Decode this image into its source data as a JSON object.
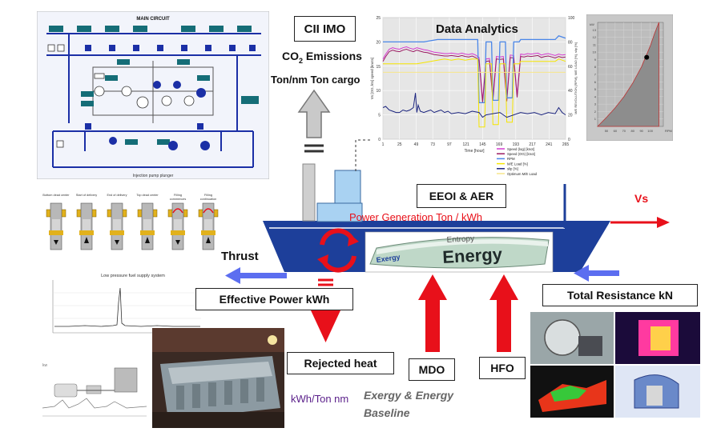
{
  "labels": {
    "cii_imo": "CII IMO",
    "co2_prefix": "CO",
    "co2_sub": "2",
    "co2_suffix": " Emissions",
    "ton_nm": "Ton/nm Ton cargo",
    "data_analytics": "Data Analytics",
    "eeoi_aer": "EEOI & AER",
    "vs": "Vs",
    "power_generation": "Power Generation Ton / kWh",
    "thrust": "Thrust",
    "effective_power": "Effective Power kWh",
    "total_resistance": "Total Resistance kN",
    "rejected_heat": "Rejected heat",
    "mdo": "MDO",
    "hfo": "HFO",
    "kwh_ton_nm": "kWh/Ton nm",
    "exergy_baseline_1": "Exergy & Energy",
    "exergy_baseline_2": "Baseline",
    "energy": "Energy",
    "entropy": "Entropy",
    "exergy": "Exergy"
  },
  "main_circuit": {
    "title": "MAIN CIRCUIT",
    "caption": "Injection pump plunger"
  },
  "plunger": {
    "captions": [
      "Bottom dead center",
      "Start of delivery",
      "End of delivery",
      "Top dead center",
      "Filling\ncommences",
      "Filling\ncontinuation"
    ]
  },
  "fuel_plot": {
    "title": "Low pressure fuel supply system"
  },
  "colors": {
    "ship_blue": "#1d3f9a",
    "arrow_red": "#e8101a",
    "arrow_blue": "#5c6ef0",
    "text_red": "#e8101a",
    "text_purple": "#5a1f8a",
    "text_gray": "#666666"
  },
  "chart_data": [
    {
      "type": "line",
      "title": "",
      "xlabel": "Time [hour]",
      "ylabel": "Vs [OG, kts] speed [knots]",
      "y2label": "M/E REVOLUTION [RPM], M/E LOAD [%], slip [%]",
      "x_ticks": [
        1,
        25,
        49,
        73,
        97,
        121,
        145,
        169,
        193,
        217,
        241,
        265
      ],
      "ylim": [
        0,
        25
      ],
      "y2lim": [
        0,
        100
      ],
      "y_ticks": [
        0,
        5,
        10,
        15,
        20,
        25
      ],
      "y2_ticks": [
        0,
        20,
        40,
        60,
        80,
        100
      ],
      "grid": true,
      "legend_position": "right",
      "series": [
        {
          "name": "Speed (log) [knot]",
          "color": "#d43ad0",
          "axis": "left",
          "x": [
            1,
            5,
            10,
            15,
            20,
            25,
            30,
            35,
            40,
            45,
            50,
            55,
            60,
            65,
            70,
            75,
            80,
            85,
            90,
            95,
            100,
            105,
            110,
            115,
            120,
            125,
            130,
            135,
            140,
            145,
            150,
            155,
            160,
            165,
            170,
            175,
            180,
            185,
            190,
            195,
            200,
            205,
            210,
            215,
            220,
            225,
            230,
            235,
            240,
            245,
            250,
            255,
            260,
            265
          ],
          "y": [
            16.5,
            17.5,
            18.5,
            18.8,
            18.6,
            18.5,
            18.8,
            19.0,
            18.7,
            18.5,
            18.8,
            18.6,
            18.4,
            18.3,
            18.1,
            17.9,
            17.8,
            17.7,
            17.6,
            17.6,
            17.7,
            17.6,
            17.5,
            17.7,
            17.5,
            17.4,
            17.6,
            17.3,
            16.8,
            8.0,
            16.5,
            16.6,
            8.5,
            17.0,
            16.9,
            17.0,
            8.2,
            17.3,
            17.2,
            9.0,
            17.5,
            17.4,
            17.6,
            17.5,
            17.6,
            17.7,
            17.3,
            17.5,
            17.6,
            17.4,
            17.2,
            17.5,
            17.3,
            17.4
          ]
        },
        {
          "name": "Speed (OG) [knot]",
          "color": "#9c1a63",
          "axis": "left",
          "x": [
            1,
            5,
            10,
            15,
            20,
            25,
            30,
            35,
            40,
            45,
            50,
            55,
            60,
            65,
            70,
            75,
            80,
            85,
            90,
            95,
            100,
            105,
            110,
            115,
            120,
            125,
            130,
            135,
            140,
            145,
            150,
            155,
            160,
            165,
            170,
            175,
            180,
            185,
            190,
            195,
            200,
            205,
            210,
            215,
            220,
            225,
            230,
            235,
            240,
            245,
            250,
            255,
            260,
            265
          ],
          "y": [
            16.0,
            17.0,
            18.0,
            18.3,
            18.1,
            18.0,
            18.3,
            18.5,
            18.2,
            18.0,
            18.3,
            18.1,
            17.9,
            17.8,
            17.6,
            17.4,
            17.3,
            17.2,
            17.1,
            17.1,
            17.2,
            17.1,
            17.0,
            17.2,
            17.0,
            16.9,
            17.1,
            16.8,
            16.3,
            7.6,
            16.0,
            16.1,
            8.0,
            16.5,
            16.4,
            16.5,
            7.8,
            16.8,
            16.7,
            8.6,
            17.0,
            16.9,
            17.1,
            17.0,
            17.1,
            17.2,
            16.8,
            17.0,
            17.1,
            16.9,
            16.7,
            17.0,
            16.8,
            16.9
          ]
        },
        {
          "name": "RPM",
          "color": "#4a86e8",
          "axis": "right",
          "x": [
            1,
            10,
            20,
            30,
            40,
            50,
            60,
            70,
            80,
            90,
            100,
            110,
            120,
            130,
            138,
            140,
            148,
            150,
            158,
            160,
            168,
            170,
            178,
            180,
            188,
            190,
            198,
            200,
            210,
            220,
            230,
            240,
            250,
            255,
            260,
            265
          ],
          "y": [
            80,
            80,
            80,
            80,
            80,
            80,
            80,
            81,
            82,
            82,
            82,
            82,
            82,
            82,
            82,
            30,
            30,
            80,
            80,
            32,
            32,
            80,
            80,
            34,
            34,
            80,
            80,
            82,
            82,
            82,
            82,
            82,
            82,
            85,
            84,
            83
          ]
        },
        {
          "name": "M/E Load [%]",
          "color": "#f6e600",
          "axis": "right",
          "x": [
            1,
            10,
            20,
            30,
            40,
            50,
            60,
            70,
            80,
            90,
            100,
            110,
            120,
            130,
            138,
            140,
            148,
            150,
            158,
            160,
            168,
            170,
            178,
            180,
            188,
            190,
            198,
            200,
            210,
            220,
            230,
            240,
            250,
            255,
            260,
            265
          ],
          "y": [
            62,
            62,
            62,
            62,
            62,
            62,
            63,
            64,
            65,
            66,
            65,
            66,
            65,
            66,
            66,
            10,
            10,
            62,
            62,
            12,
            12,
            62,
            62,
            14,
            14,
            62,
            62,
            64,
            64,
            64,
            64,
            64,
            64,
            66,
            65,
            64
          ]
        },
        {
          "name": "slip [%]",
          "color": "#1a237e",
          "axis": "right",
          "x": [
            1,
            5,
            10,
            15,
            20,
            25,
            30,
            35,
            40,
            45,
            48,
            50,
            52,
            55,
            60,
            65,
            70,
            75,
            80,
            85,
            90,
            95,
            100,
            110,
            120,
            130,
            140,
            145,
            150,
            160,
            170,
            180,
            190,
            200,
            210,
            220,
            230,
            240,
            250,
            255,
            260,
            265
          ],
          "y": [
            26,
            27,
            24,
            23,
            22,
            22,
            24,
            23,
            24,
            26,
            38,
            22,
            28,
            23,
            22,
            23,
            24,
            22,
            23,
            24,
            22,
            23,
            21,
            22,
            21,
            23,
            22,
            18,
            20,
            21,
            22,
            18,
            20,
            22,
            21,
            22,
            20,
            22,
            21,
            26,
            22,
            20
          ]
        },
        {
          "name": "Optimum M/E Load",
          "color": "#f7e68a",
          "axis": "right",
          "x": [
            1,
            265
          ],
          "y": [
            55,
            55
          ]
        }
      ]
    },
    {
      "type": "area",
      "title": "",
      "xlabel": "RPM",
      "ylabel": "kW",
      "x_ticks": [
        50,
        60,
        70,
        80,
        90,
        100
      ],
      "y_ticks": [
        1,
        2,
        3,
        4,
        5,
        6,
        7,
        8,
        9,
        10,
        11,
        12,
        13
      ],
      "xlim": [
        40,
        115
      ],
      "ylim": [
        0,
        14
      ],
      "grid": true,
      "envelope": {
        "x": [
          40,
          50,
          60,
          70,
          80,
          90,
          100,
          105,
          110
        ],
        "y": [
          0,
          1.2,
          2.5,
          4.0,
          5.8,
          8.0,
          10.8,
          12.5,
          14
        ]
      },
      "points": [
        {
          "x": 96,
          "y": 9.3
        }
      ]
    }
  ]
}
